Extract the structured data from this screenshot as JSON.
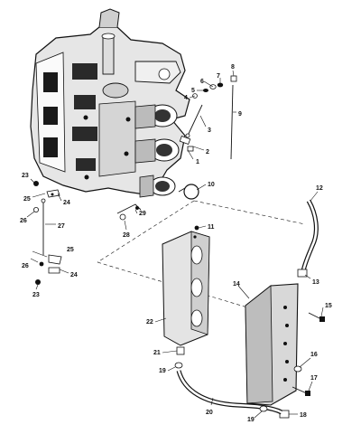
{
  "diagram": {
    "callouts": [
      {
        "id": "c1",
        "text": "1"
      },
      {
        "id": "c2",
        "text": "2"
      },
      {
        "id": "c3",
        "text": "3"
      },
      {
        "id": "c4",
        "text": "4"
      },
      {
        "id": "c5",
        "text": "5"
      },
      {
        "id": "c6",
        "text": "6"
      },
      {
        "id": "c7",
        "text": "7"
      },
      {
        "id": "c8",
        "text": "8"
      },
      {
        "id": "c9",
        "text": "9"
      },
      {
        "id": "c10",
        "text": "10"
      },
      {
        "id": "c11",
        "text": "11"
      },
      {
        "id": "c12",
        "text": "12"
      },
      {
        "id": "c13",
        "text": "13"
      },
      {
        "id": "c14",
        "text": "14"
      },
      {
        "id": "c15",
        "text": "15"
      },
      {
        "id": "c16",
        "text": "16"
      },
      {
        "id": "c17",
        "text": "17"
      },
      {
        "id": "c18",
        "text": "18"
      },
      {
        "id": "c19a",
        "text": "19"
      },
      {
        "id": "c19b",
        "text": "19"
      },
      {
        "id": "c20",
        "text": "20"
      },
      {
        "id": "c21",
        "text": "21"
      },
      {
        "id": "c22",
        "text": "22"
      },
      {
        "id": "c23a",
        "text": "23"
      },
      {
        "id": "c23b",
        "text": "23"
      },
      {
        "id": "c24a",
        "text": "24"
      },
      {
        "id": "c24b",
        "text": "24"
      },
      {
        "id": "c25a",
        "text": "25"
      },
      {
        "id": "c25b",
        "text": "25"
      },
      {
        "id": "c26a",
        "text": "26"
      },
      {
        "id": "c26b",
        "text": "26"
      },
      {
        "id": "c27",
        "text": "27"
      },
      {
        "id": "c28",
        "text": "28"
      },
      {
        "id": "c29",
        "text": "29"
      }
    ]
  }
}
